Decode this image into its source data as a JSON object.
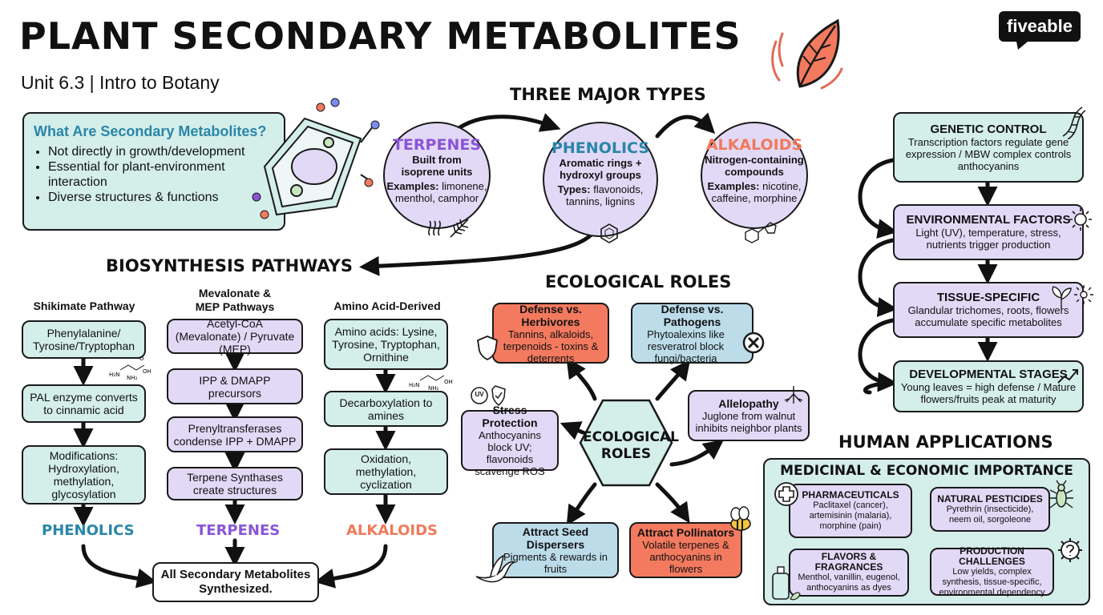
{
  "header": {
    "title": "PLANT SECONDARY METABOLITES",
    "subtitle": "Unit 6.3 | Intro to Botany",
    "brand": "fiveable",
    "leaf_icon": "leaf-icon"
  },
  "colors": {
    "teal": "#d4eeea",
    "lavender": "#e2d9f7",
    "red": "#f37a5f",
    "blue": "#bcdcea",
    "phenolics": "#2a86a8",
    "terpenes": "#8a55d6",
    "alkaloids": "#f07a5a"
  },
  "what_are": {
    "heading": "What Are Secondary Metabolites?",
    "items": [
      "Not directly in growth/development",
      "Essential for plant-environment interaction",
      "Diverse structures & functions"
    ]
  },
  "three_types": {
    "heading": "THREE MAJOR TYPES",
    "terpenes": {
      "name": "TERPENES",
      "line1": "Built from",
      "line2": "isoprene units",
      "ex_label": "Examples:",
      "ex1": "limonene,",
      "ex2": "menthol, camphor"
    },
    "phenolics": {
      "name": "PHENOLICS",
      "line1": "Aromatic rings +",
      "line2": "hydroxyl groups",
      "ex_label": "Types:",
      "ex1": "flavonoids,",
      "ex2": "tannins, lignins"
    },
    "alkaloids": {
      "name": "ALKALOIDS",
      "line1": "Nitrogen-containing",
      "line2": "compounds",
      "ex_label": "Examples:",
      "ex1": "nicotine,",
      "ex2": "caffeine, morphine"
    }
  },
  "biosynthesis": {
    "heading": "BIOSYNTHESIS PATHWAYS",
    "shikimate": {
      "heading": "Shikimate Pathway",
      "steps": [
        "Phenylalanine/ Tyrosine/Tryptophan",
        "PAL enzyme converts to cinnamic acid",
        "Modifications: Hydroxylation, methylation, glycosylation"
      ],
      "output": "PHENOLICS"
    },
    "mevalonate": {
      "heading1": "Mevalonate &",
      "heading2": "MEP Pathways",
      "steps": [
        "Acetyl-CoA (Mevalonate) / Pyruvate (MEP)",
        "IPP & DMAPP precursors",
        "Prenyltransferases condense IPP + DMAPP",
        "Terpene Synthases create structures"
      ],
      "output": "TERPENES"
    },
    "amino": {
      "heading": "Amino Acid-Derived",
      "steps": [
        "Amino acids: Lysine, Tyrosine, Tryptophan, Ornithine",
        "Decarboxylation to amines",
        "Oxidation, methylation, cyclization"
      ],
      "output": "ALKALOIDS"
    },
    "final": "All Secondary Metabolites Synthesized."
  },
  "ecological": {
    "heading": "ECOLOGICAL ROLES",
    "center": "ECOLOGICAL ROLES",
    "herbivores": {
      "title": "Defense vs. Herbivores",
      "text": "Tannins, alkaloids, terpenoids - toxins & deterrents"
    },
    "pathogens": {
      "title": "Defense vs. Pathogens",
      "text": "Phytoalexins like resveratrol block fungi/bacteria"
    },
    "stress": {
      "title": "Stress Protection",
      "text": "Anthocyanins block UV; flavonoids scavenge ROS",
      "uv": "UV"
    },
    "allelopathy": {
      "title": "Allelopathy",
      "text": "Juglone from walnut inhibits neighbor plants"
    },
    "dispersers": {
      "title": "Attract Seed Dispersers",
      "text": "Pigments & rewards in fruits"
    },
    "pollinators": {
      "title": "Attract Pollinators",
      "text": "Volatile terpenes & anthocyanins in flowers"
    }
  },
  "regulation": {
    "genetic": {
      "title": "GENETIC CONTROL",
      "text": "Transcription factors regulate gene expression / MBW complex controls anthocyanins"
    },
    "environmental": {
      "title": "ENVIRONMENTAL FACTORS",
      "text": "Light (UV), temperature, stress, nutrients trigger production"
    },
    "tissue": {
      "title": "TISSUE-SPECIFIC",
      "text": "Glandular trichomes, roots, flowers accumulate specific metabolites"
    },
    "developmental": {
      "title": "DEVELOPMENTAL STAGES",
      "text": "Young leaves = high defense / Mature flowers/fruits peak at maturity"
    }
  },
  "human": {
    "heading": "HUMAN APPLICATIONS",
    "panel_title": "MEDICINAL & ECONOMIC IMPORTANCE",
    "pharma": {
      "title": "PHARMACEUTICALS",
      "text": "Paclitaxel (cancer), artemisinin (malaria), morphine (pain)"
    },
    "pesticides": {
      "title": "NATURAL PESTICIDES",
      "text": "Pyrethrin (insecticide), neem oil, sorgoleone"
    },
    "flavors": {
      "title": "FLAVORS & FRAGRANCES",
      "text": "Menthol, vanillin, eugenol, anthocyanins as dyes"
    },
    "challenges": {
      "title": "PRODUCTION CHALLENGES",
      "text": "Low yields, complex synthesis, tissue-specific, environmental dependency"
    }
  },
  "chem_labels": {
    "h2n": "H₂N",
    "oh": "OH",
    "nh2": "NH₂",
    "o": "O"
  }
}
